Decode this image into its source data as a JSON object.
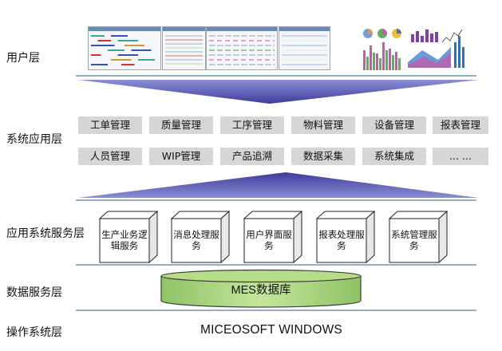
{
  "layers": {
    "user": "用户层",
    "app": "系统应用层",
    "service": "应用系统服务层",
    "data": "数据服务层",
    "os": "操作系统层"
  },
  "modules_row1": [
    "工单管理",
    "质量管理",
    "工序管理",
    "物料管理",
    "设备管理",
    "报表管理"
  ],
  "modules_row2": [
    "人员管理",
    "WIP管理",
    "产品追溯",
    "数据采集",
    "系统集成",
    "... ..."
  ],
  "services": [
    "生产业务逻辑服务",
    "消息处理服务",
    "用户界面服务",
    "报表处理服务",
    "系统管理服务"
  ],
  "database": "MES数据库",
  "os_name": "MICEOSOFT WINDOWS",
  "colors": {
    "triangle": "#4b4aa6",
    "module_box": "#d6d6d6",
    "database": "#b7dd88",
    "divider": "#8fb3bd"
  }
}
